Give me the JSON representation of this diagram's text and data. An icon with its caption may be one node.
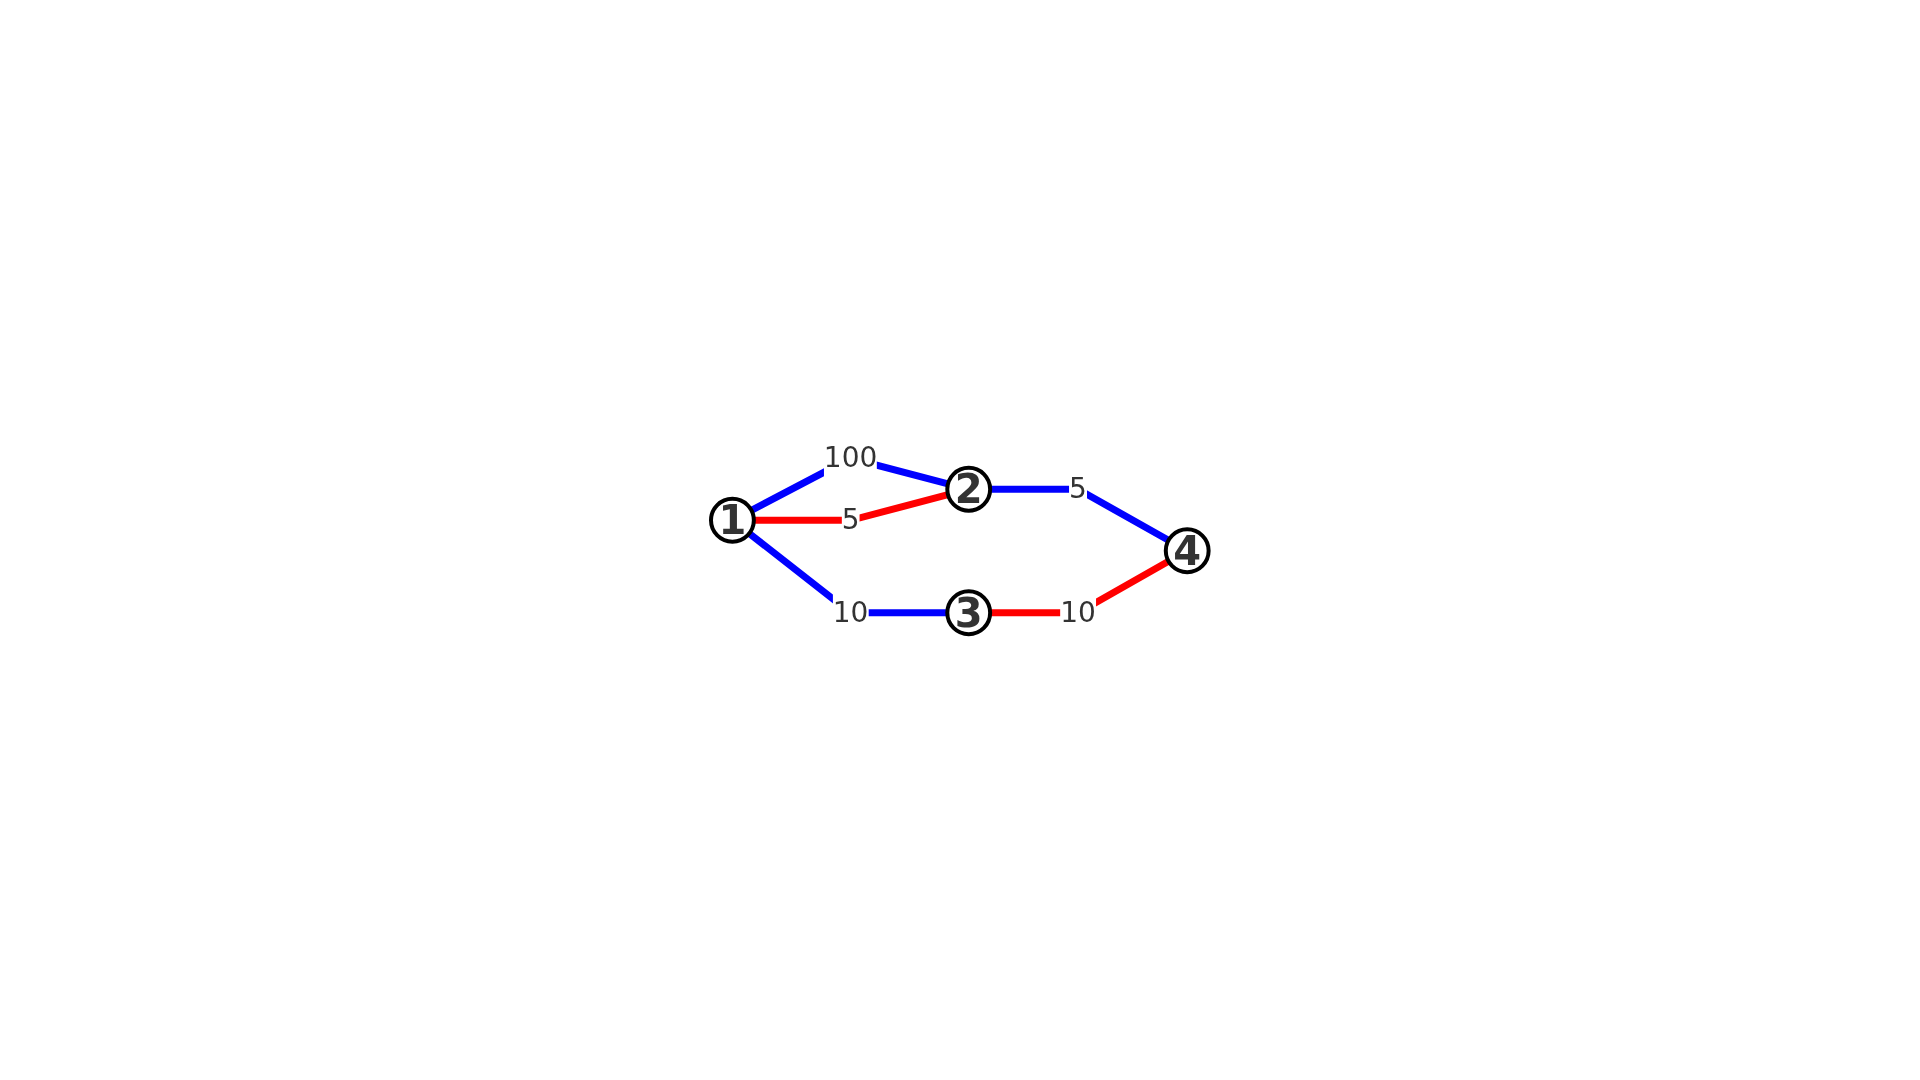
{
  "diagram": {
    "nodes": [
      {
        "text": [
          "1"
        ]
      },
      {
        "text": [
          "2"
        ]
      },
      {
        "text": [
          "3"
        ]
      },
      {
        "text": [
          "4"
        ]
      }
    ],
    "edges": [
      {
        "from": 0,
        "to": 1,
        "arrow": "none",
        "label": "100",
        "color": "#0000ff"
      },
      {
        "from": 0,
        "to": 1,
        "arrow": "none",
        "label": "5",
        "color": "#ff0000"
      },
      {
        "from": 1,
        "to": 3,
        "arrow": "none",
        "label": "5",
        "color": "#0000ff"
      },
      {
        "from": 0,
        "to": 2,
        "arrow": "none",
        "label": "10",
        "color": "#0000ff"
      },
      {
        "from": 2,
        "to": 3,
        "arrow": "none",
        "label": "10",
        "color": "#ff0000"
      }
    ]
  }
}
